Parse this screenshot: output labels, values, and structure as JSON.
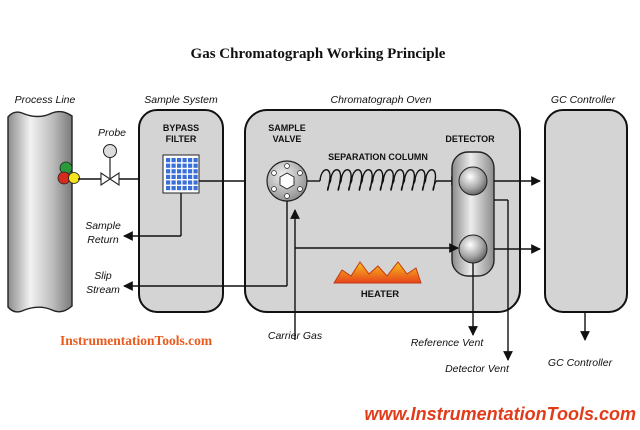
{
  "title": "Gas Chromatograph Working Principle",
  "sections": {
    "process_line": "Process Line",
    "sample_system": "Sample System",
    "chromatograph_oven": "Chromatograph Oven",
    "gc_controller_top": "GC Controller"
  },
  "labels": {
    "probe": "Probe",
    "bypass_filter_line1": "BYPASS",
    "bypass_filter_line2": "FILTER",
    "sample_valve_line1": "SAMPLE",
    "sample_valve_line2": "VALVE",
    "separation_column": "SEPARATION COLUMN",
    "detector": "DETECTOR",
    "heater": "HEATER",
    "sample_return_line1": "Sample",
    "sample_return_line2": "Return",
    "slip_stream_line1": "Slip",
    "slip_stream_line2": "Stream",
    "carrier_gas": "Carrier Gas",
    "reference_vent": "Reference Vent",
    "detector_vent": "Detector Vent",
    "gc_controller_bottom": "GC Controller"
  },
  "branding": {
    "site_name": "InstrumentationTools.com",
    "watermark": "www.InstrumentationTools.com"
  },
  "colors": {
    "brand": "#e85a1e",
    "watermark": "#e23b1a",
    "box_fill": "#d4d4d4",
    "filter_blue": "#3a6fd8",
    "heater_flame": "#f29a1f"
  }
}
